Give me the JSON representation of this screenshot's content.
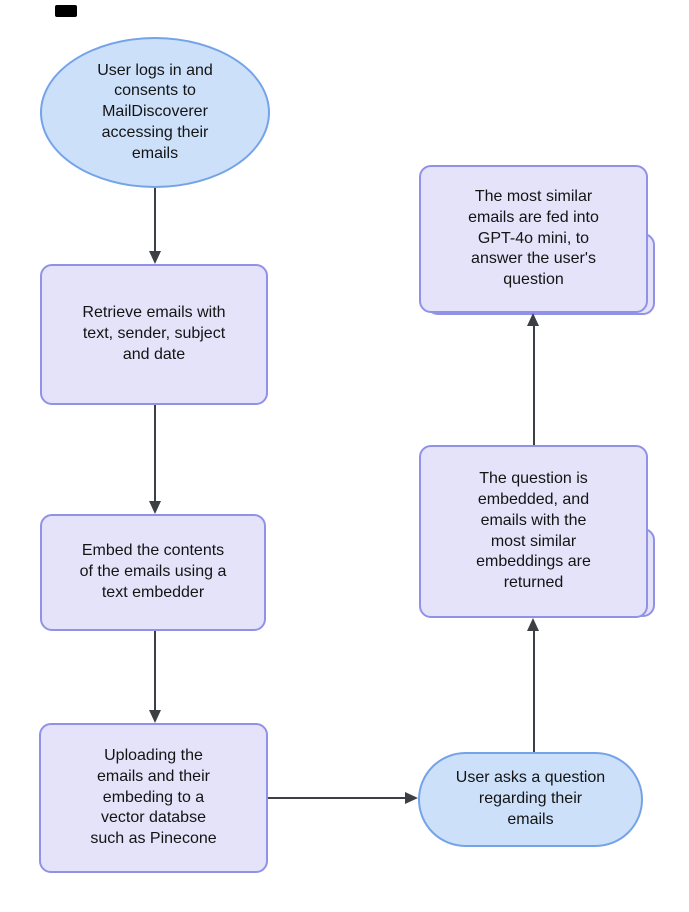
{
  "diagram": {
    "background": "#ffffff",
    "arrow_color": "#3c4045",
    "text_color": "#141414",
    "nodes": [
      {
        "id": "user-login",
        "shape": "ellipse",
        "fill": "#cce0f9",
        "stroke": "#74a3e8",
        "text": "User logs in and consents to MailDiscoverer accessing their emails"
      },
      {
        "id": "retrieve-emails",
        "shape": "rounded-rect",
        "fill": "#e4e3f9",
        "stroke": "#9191e8",
        "text": "Retrieve emails with text, sender, subject and date"
      },
      {
        "id": "embed-contents",
        "shape": "rounded-rect",
        "fill": "#e4e3f9",
        "stroke": "#9191e8",
        "text": "Embed the contents of the emails using a text embedder"
      },
      {
        "id": "upload-vector-db",
        "shape": "rounded-rect",
        "fill": "#e4e3f9",
        "stroke": "#9191e8",
        "text": "Uploading the emails and their embeding to a vector databse such as Pinecone"
      },
      {
        "id": "user-asks-question",
        "shape": "stadium",
        "fill": "#cce0f9",
        "stroke": "#74a3e8",
        "text": "User asks a question regarding their emails"
      },
      {
        "id": "question-embedded",
        "shape": "rounded-rect",
        "fill": "#e4e3f9",
        "stroke": "#9191e8",
        "text": "The question is embedded, and emails with the most similar embeddings are returned"
      },
      {
        "id": "gpt-answer",
        "shape": "rounded-rect",
        "fill": "#e4e3f9",
        "stroke": "#9191e8",
        "text": "The most similar emails are fed into GPT-4o mini, to answer the user's question"
      }
    ],
    "edges": [
      {
        "from": "user-login",
        "to": "retrieve-emails",
        "direction": "down"
      },
      {
        "from": "retrieve-emails",
        "to": "embed-contents",
        "direction": "down"
      },
      {
        "from": "embed-contents",
        "to": "upload-vector-db",
        "direction": "down"
      },
      {
        "from": "upload-vector-db",
        "to": "user-asks-question",
        "direction": "right"
      },
      {
        "from": "user-asks-question",
        "to": "question-embedded",
        "direction": "up"
      },
      {
        "from": "question-embedded",
        "to": "gpt-answer",
        "direction": "up"
      }
    ]
  }
}
